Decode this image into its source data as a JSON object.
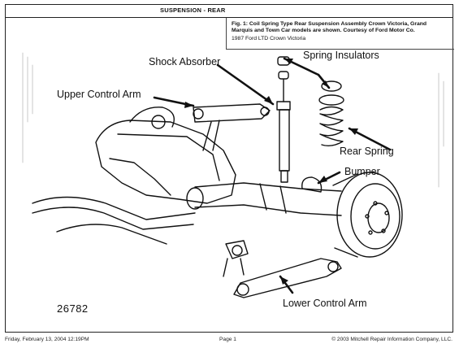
{
  "header": {
    "title": "SUSPENSION - REAR"
  },
  "caption": {
    "main": "Fig. 1: Coil Spring Type Rear Suspension Assembly Crown Victoria, Grand Marquis and Town Car models are shown. Courtesy of Ford Motor Co.",
    "sub": "1987 Ford LTD Crown Victoria"
  },
  "figure": {
    "labels": {
      "shock_absorber": "Shock Absorber",
      "spring_insulators": "Spring Insulators",
      "upper_control_arm": "Upper Control Arm",
      "rear_spring": "Rear Spring",
      "bumper": "Bumper",
      "lower_control_arm": "Lower Control Arm"
    },
    "number": "26782"
  },
  "footer": {
    "date": "Friday, February 13, 2004  12:19PM",
    "page": "Page 1",
    "copyright": "© 2003 Mitchell Repair Information Company, LLC."
  }
}
